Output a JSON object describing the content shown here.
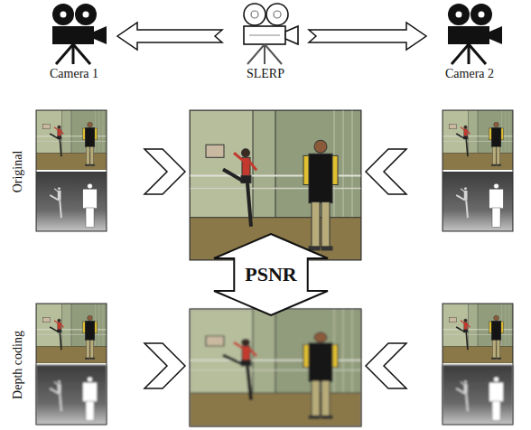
{
  "diagram": {
    "nodes": [
      {
        "text": [
          "Camera 1"
        ]
      },
      {
        "text": [
          "SLERP"
        ]
      },
      {
        "text": [
          "Camera 2"
        ]
      },
      {
        "text": [
          "PSNR"
        ]
      }
    ],
    "edges": [
      {
        "from": 1,
        "to": 0,
        "arrow": "to"
      },
      {
        "from": 1,
        "to": 2,
        "arrow": "to"
      }
    ],
    "labels": [
      "Original",
      "Depth coding"
    ]
  }
}
